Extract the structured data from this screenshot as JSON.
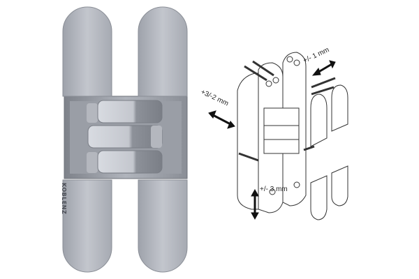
{
  "product": {
    "type": "concealed adjustable door hinge",
    "brand_mark": "KOBLENZ",
    "finish_color": "#b8bcc4"
  },
  "diagram": {
    "adjustments": [
      {
        "axis": "depth",
        "label": "+/- 1 mm"
      },
      {
        "axis": "lateral",
        "label": "+3/-2 mm"
      },
      {
        "axis": "height",
        "label": "+/- 3 mm"
      }
    ],
    "parts": [
      "hinge body",
      "screws",
      "cover caps"
    ]
  }
}
